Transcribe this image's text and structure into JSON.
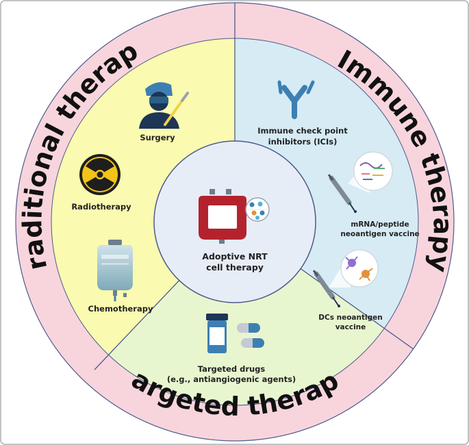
{
  "ring": {
    "traditional_title": "Traditional therapy",
    "immune_title": "Immune therapy",
    "targeted_title": "Targeted therapy"
  },
  "traditional": {
    "surgery": "Surgery",
    "radiotherapy": "Radiotherapy",
    "chemotherapy": "Chemotherapy"
  },
  "immune": {
    "ici_line1": "Immune check point",
    "ici_line2": "inhibitors (ICIs)",
    "mrna_line1": "mRNA/peptide",
    "mrna_line2": "neoantigen vaccine",
    "dc_line1": "DCs neoantigen",
    "dc_line2": "vaccine"
  },
  "targeted": {
    "drugs_line1": "Targeted drugs",
    "drugs_line2": "(e.g., antiangiogenic agents)"
  },
  "center": {
    "line1": "Adoptive NRT",
    "line2": "cell therapy"
  },
  "colors": {
    "ring": "#f8d5dd",
    "traditional": "#fafab0",
    "immune": "#d6ebf4",
    "targeted": "#e8f6cf",
    "center": "#e7edf7",
    "divider": "#4d5a8a",
    "icon_blue": "#3d7fb3",
    "icon_navy": "#1d3557"
  }
}
